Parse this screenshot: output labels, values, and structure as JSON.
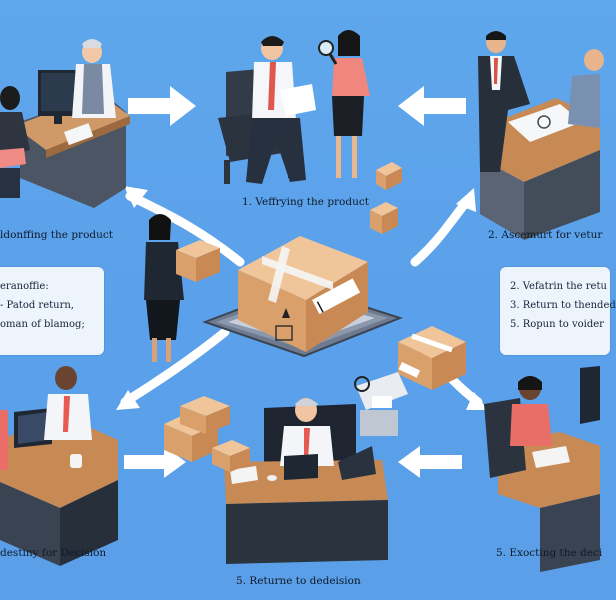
{
  "labels": {
    "step_verify": "1. Veffrying the product",
    "step_identify": "ldonffing the product",
    "step_assessment": "2. Ascemurt for vetur",
    "step_destiny": "destiny for Decision",
    "step_return": "5. Returne to dedeision",
    "step_executing": "5. Exocting the deci"
  },
  "left_card": {
    "lines": [
      "eranoffie:",
      "- Patod return,",
      "oman of blamog;"
    ]
  },
  "right_card": {
    "lines": [
      "2. Vefatrin the retu",
      "3. Return to thended",
      "5. Ropun to voider"
    ]
  },
  "colors": {
    "background": "#5ba2ea",
    "arrow": "#ffffff",
    "box": "#d9a578",
    "desk": "#c88a55",
    "floor_card": "#eef4fb"
  }
}
